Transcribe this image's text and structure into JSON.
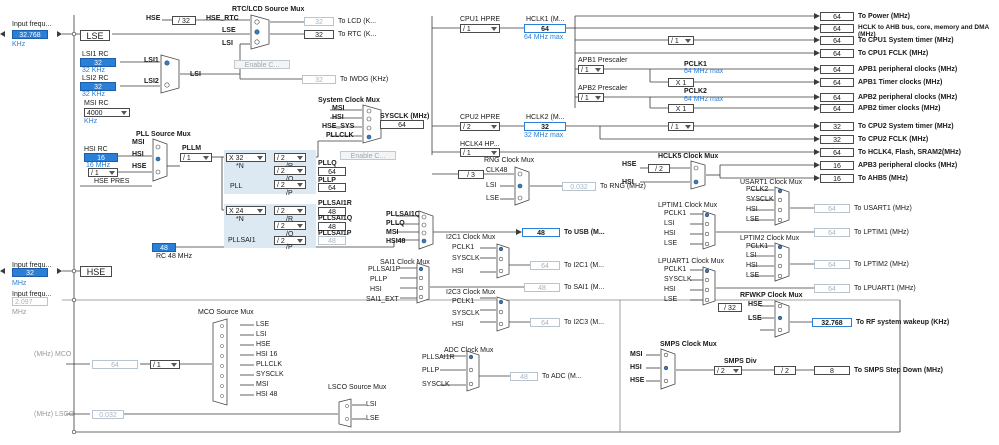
{
  "left": {
    "input_freq_1": "Input frequ...",
    "lse_value": "32.768",
    "lse_unit": "KHz",
    "lse_label": "LSE",
    "lsi1_rc": "LSI1 RC",
    "lsi1_value": "32",
    "lsi1_unit": "32 KHz",
    "lsi2_rc": "LSI2 RC",
    "lsi2_value": "32",
    "lsi2_unit": "32 KHz",
    "msi_rc": "MSI RC",
    "msi_value": "4000",
    "msi_unit": "KHz",
    "hsi_rc": "HSI RC",
    "hsi_value": "16",
    "hsi_unit": "16 MHz",
    "hse_div": "/ 1",
    "hse_pres": "HSE PRES",
    "input_freq_2": "Input frequ...",
    "hse_value": "32",
    "hse_unit": "MHz",
    "hse_label": "HSE",
    "input_freq_3": "Input frequ...",
    "ext_value": "2.097",
    "ext_unit": "MHz",
    "mhz_mco": "(MHz) MCO",
    "mhz_lsco": "(MHz) LSCO",
    "lsco_value": "0.032",
    "mco_value": "64"
  },
  "rtc": {
    "title": "RTC/LCD Source Mux",
    "hse": "HSE",
    "hse_div": "/ 32",
    "hse_rtc": "HSE_RTC",
    "lse": "LSE",
    "lsi": "LSI",
    "lsi1": "LSI1",
    "lsi2": "LSI2",
    "lsi_out": "LSI",
    "lcd_value": "32",
    "lcd_label": "To LCD (K...",
    "rtc_value": "32",
    "rtc_label": "To RTC (K...",
    "enable_btn": "Enable C...",
    "iwdg_value": "32",
    "iwdg_label": "To IWDG (KHz)"
  },
  "sysclk": {
    "title": "System Clock Mux",
    "msi": "MSI",
    "hsi": "HSI",
    "hse_sys": "HSE_SYS",
    "pllclk": "PLLCLK",
    "label": "SYSCLK (MHz)",
    "value": "64",
    "enable_btn": "Enable C..."
  },
  "pll": {
    "title": "PLL Source Mux",
    "msi": "MSI",
    "hsi": "HSI",
    "hse": "HSE",
    "pllm_label": "PLLM",
    "pllm": "/ 1",
    "n_mult": "X 32",
    "n_label": "*N",
    "r_div": "/ 2",
    "r_label": "/R",
    "q_div": "/ 2",
    "q_label": "/Q",
    "p_div": "/ 2",
    "p_label": "/P",
    "pll_label": "PLL",
    "pllq_label": "PLLQ",
    "pllq_value": "64",
    "pllp_label": "PLLP",
    "pllp_value": "64",
    "sai_n": "X 24",
    "sai_n_label": "*N",
    "sai_r": "/ 2",
    "sai_r_label": "/R",
    "sai_q": "/ 2",
    "sai_q_label": "/Q",
    "sai_p": "/ 2",
    "sai_p_label": "/P",
    "sai_label": "PLLSAI1",
    "sai1r_label": "PLLSAI1R",
    "sai1r_value": "48",
    "sai1q_label": "PLLSAI1Q",
    "sai1q_value": "48",
    "sai1p_label": "PLLSAI1P",
    "sai1p_value": "48",
    "rc48_value": "48",
    "rc48_label": "RC 48 MHz"
  },
  "bus": {
    "cpu1_hpre": "CPU1 HPRE",
    "cpu1_div": "/ 1",
    "hclk1_label": "HCLK1 (M...",
    "hclk1_value": "64",
    "hclk1_max": "64 MHz max",
    "cpu2_hpre": "CPU2 HPRE",
    "cpu2_div": "/ 2",
    "hclk2_label": "HCLK2 (M...",
    "hclk2_value": "32",
    "hclk2_max": "32 MHz max",
    "hclk4_label": "HCLK4 HP...",
    "hclk4_div": "/ 1",
    "apb1_label": "APB1 Prescaler",
    "apb1_div": "/ 1",
    "pclk1": "PCLK1",
    "pclk1_max": "64 MHz max",
    "apb1_x": "X 1",
    "apb2_label": "APB2 Prescaler",
    "apb2_div": "/ 1",
    "pclk2": "PCLK2",
    "pclk2_max": "64 MHz max",
    "apb2_x": "X 1",
    "cpu1_timer_div": "/ 1",
    "cpu2_timer_div": "/ 1",
    "hclk5_title": "HCLK5 Clock Mux",
    "hclk5_hse": "HSE",
    "hclk5_div": "/ 2",
    "hclk5_hsi": "HSI"
  },
  "outputs": [
    {
      "value": "64",
      "label": "To Power (MHz)"
    },
    {
      "value": "64",
      "label": "HCLK to AHB bus, core, memory and DMA (MHz)"
    },
    {
      "value": "64",
      "label": "To CPU1 System timer (MHz)"
    },
    {
      "value": "64",
      "label": "To CPU1 FCLK (MHz)"
    },
    {
      "value": "64",
      "label": "APB1 peripheral clocks (MHz)"
    },
    {
      "value": "64",
      "label": "APB1 Timer clocks (MHz)"
    },
    {
      "value": "64",
      "label": "APB2 peripheral clocks (MHz)"
    },
    {
      "value": "64",
      "label": "APB2 timer clocks (MHz)"
    },
    {
      "value": "32",
      "label": "To CPU2 System timer (MHz)"
    },
    {
      "value": "32",
      "label": "To CPU2 FCLK (MHz)"
    },
    {
      "value": "64",
      "label": "To HCLK4, Flash, SRAM2(MHz)"
    },
    {
      "value": "16",
      "label": "APB3 peripheral clocks (MHz)"
    },
    {
      "value": "16",
      "label": "To AHB5 (MHz)"
    }
  ],
  "rng": {
    "title": "RNG Clock Mux",
    "div": "/ 3",
    "clk48": "CLK48",
    "lsi": "LSI",
    "lse": "LSE",
    "value": "0.032",
    "label": "To RNG (MHz)"
  },
  "usb": {
    "pllsai1q": "PLLSAI1Q",
    "pllq": "PLLQ",
    "msi": "MSI",
    "hsi48": "HSI48",
    "value": "48",
    "label": "To USB (M..."
  },
  "i2c1": {
    "title": "I2C1 Clock Mux",
    "pclk1": "PCLK1",
    "sysclk": "SYSCLK",
    "hsi": "HSI",
    "value": "64",
    "label": "To I2C1 (M..."
  },
  "sai1": {
    "title": "SAI1 Clock Mux",
    "pllsai1p": "PLLSAI1P",
    "pllp": "PLLP",
    "hsi": "HSI",
    "ext": "SAI1_EXT",
    "value": "48",
    "label": "To SAI1 (M..."
  },
  "i2c3": {
    "title": "I2C3 Clock Mux",
    "pclk1": "PCLK1",
    "sysclk": "SYSCLK",
    "hsi": "HSI",
    "value": "64",
    "label": "To I2C3 (M..."
  },
  "adc": {
    "title": "ADC Clock Mux",
    "pllsai1r": "PLLSAI1R",
    "pllp": "PLLP",
    "sysclk": "SYSCLK",
    "value": "48",
    "label": "To ADC (M..."
  },
  "usart1": {
    "title": "USART1 Clock Mux",
    "pclk2": "PCLK2",
    "sysclk": "SYSCLK",
    "hsi": "HSI",
    "lse": "LSE",
    "value": "64",
    "label": "To USART1 (MHz)"
  },
  "lptim1": {
    "title": "LPTIM1 Clock Mux",
    "pclk1": "PCLK1",
    "lsi": "LSI",
    "hsi": "HSI",
    "lse": "LSE",
    "value": "64",
    "label": "To LPTIM1 (MHz)"
  },
  "lptim2": {
    "title": "LPTIM2 Clock Mux",
    "pclk1": "PCLK1",
    "lsi": "LSI",
    "hsi": "HSI",
    "lse": "LSE",
    "value": "64",
    "label": "To LPTIM2 (MHz)"
  },
  "lpuart1": {
    "title": "LPUART1 Clock Mux",
    "pclk1": "PCLK1",
    "sysclk": "SYSCLK",
    "hsi": "HSI",
    "lse": "LSE",
    "value": "64",
    "label": "To LPUART1 (MHz)"
  },
  "rfwkp": {
    "title": "RFWKP Clock Mux",
    "hse": "HSE",
    "div": "/ 32",
    "lse": "LSE",
    "value": "32.768",
    "label": "To RF system wakeup (KHz)"
  },
  "smps": {
    "title": "SMPS Clock Mux",
    "msi": "MSI",
    "hsi": "HSI",
    "hse": "HSE",
    "div_label": "SMPS Div",
    "div1": "/ 2",
    "div2": "/ 2",
    "value": "8",
    "label": "To SMPS Step Down (MHz)"
  },
  "mco": {
    "title": "MCO Source Mux",
    "inputs": [
      "LSE",
      "LSI",
      "HSE",
      "HSI 16",
      "PLLCLK",
      "SYSCLK",
      "MSI",
      "HSI 48"
    ],
    "div": "/ 1"
  },
  "lsco": {
    "title": "LSCO Source Mux",
    "lsi": "LSI",
    "lse": "LSE"
  }
}
